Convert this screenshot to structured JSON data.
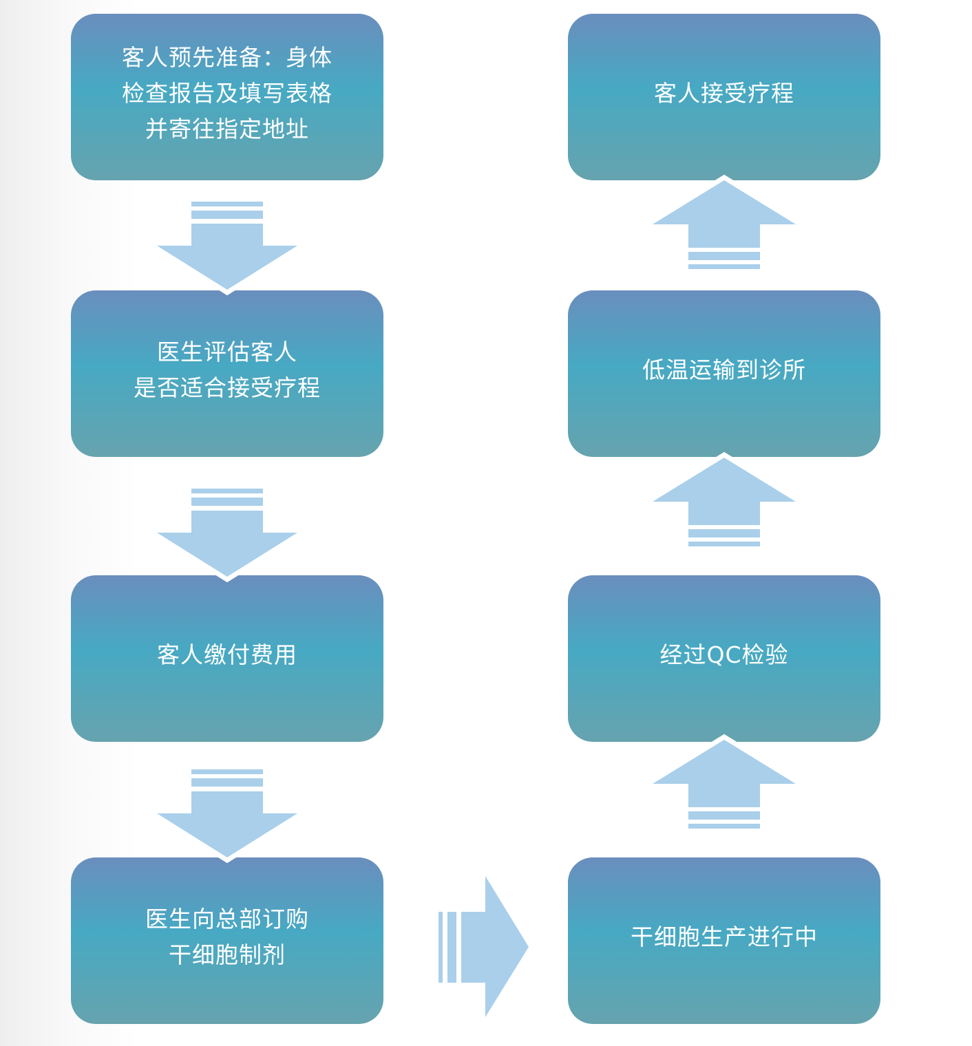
{
  "colors": {
    "box_top": "#6a8ebd",
    "box_mid": "#47a9c3",
    "box_bottom": "#66a3ae",
    "arrow": "#a9cfea"
  },
  "steps": [
    {
      "text": "客人预先准备：身体\n检查报告及填写表格\n并寄往指定地址"
    },
    {
      "text": "医生评估客人\n是否适合接受疗程"
    },
    {
      "text": "客人缴付费用"
    },
    {
      "text": "医生向总部订购\n干细胞制剂"
    },
    {
      "text": "干细胞生产进行中"
    },
    {
      "text": "经过QC检验"
    },
    {
      "text": "低温运输到诊所"
    },
    {
      "text": "客人接受疗程"
    }
  ]
}
